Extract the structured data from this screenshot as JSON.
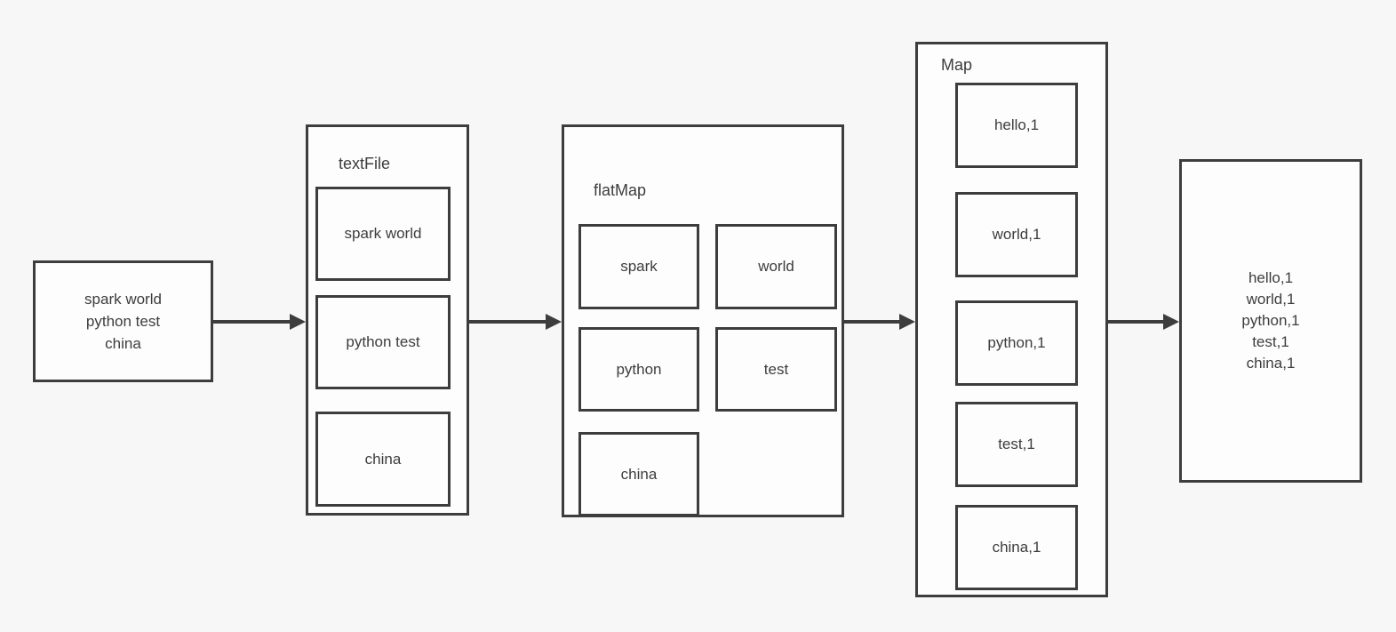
{
  "colors": {
    "background": "#f7f7f7",
    "box_fill": "#fdfdfd",
    "stroke": "#3d3d3d",
    "text": "#3d3d3d"
  },
  "source_box": {
    "lines": [
      "spark world",
      "python test",
      "china"
    ]
  },
  "textfile_box": {
    "title": "textFile",
    "items": [
      "spark world",
      "python test",
      "china"
    ]
  },
  "flatmap_box": {
    "title": "flatMap",
    "items": [
      "spark",
      "world",
      "python",
      "test",
      "china"
    ]
  },
  "map_box": {
    "title": "Map",
    "items": [
      "hello,1",
      "world,1",
      "python,1",
      "test,1",
      "china,1"
    ]
  },
  "result_box": {
    "lines": [
      "hello,1",
      "world,1",
      "python,1",
      "test,1",
      "china,1"
    ]
  }
}
